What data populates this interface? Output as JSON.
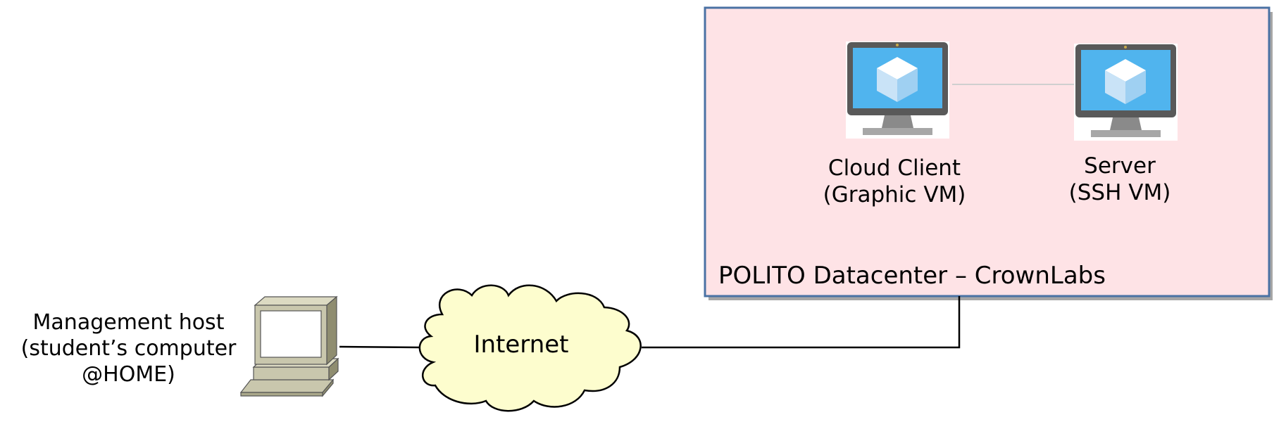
{
  "datacenter": {
    "title": "POLITO Datacenter – CrownLabs",
    "fill": "#fee3e6",
    "border": "#4a72a4"
  },
  "nodes": {
    "client": {
      "line1": "Cloud Client",
      "line2": "(Graphic VM)",
      "icon": "virtual-machine-monitor-icon"
    },
    "server": {
      "line1": "Server",
      "line2": "(SSH VM)",
      "icon": "virtual-machine-monitor-icon"
    },
    "internet": {
      "label": "Internet",
      "icon": "cloud-icon",
      "fill": "#fdfdce"
    },
    "host": {
      "line1": "Management host",
      "line2": "(student’s computer",
      "line3": "@HOME)",
      "icon": "desktop-computer-icon"
    }
  },
  "colors": {
    "monitor_screen": "#50b4ee",
    "monitor_frame": "#595959",
    "computer_beige": "#c9c7ad"
  }
}
